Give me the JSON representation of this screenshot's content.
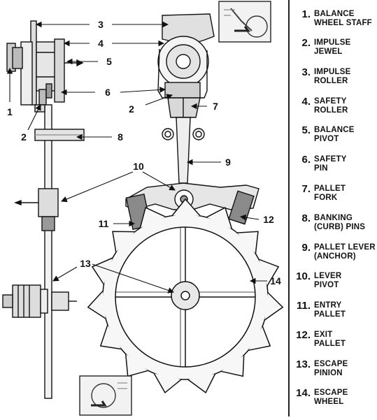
{
  "colors": {
    "ink": "#111111",
    "pallet_stone": "#8a8a8a",
    "background": "#ffffff"
  },
  "callouts": [
    "3",
    "4",
    "5",
    "6",
    "7",
    "2",
    "1",
    "2",
    "8",
    "10",
    "9",
    "11",
    "12",
    "13",
    "14"
  ],
  "legend": [
    {
      "num": "1.",
      "line1": "BALANCE",
      "line2": "WHEEL STAFF"
    },
    {
      "num": "2.",
      "line1": "IMPULSE",
      "line2": "JEWEL"
    },
    {
      "num": "3.",
      "line1": "IMPULSE",
      "line2": "ROLLER"
    },
    {
      "num": "4.",
      "line1": "SAFETY",
      "line2": "ROLLER"
    },
    {
      "num": "5.",
      "line1": "BALANCE",
      "line2": "PIVOT"
    },
    {
      "num": "6.",
      "line1": "SAFETY",
      "line2": "PIN"
    },
    {
      "num": "7.",
      "line1": "PALLET",
      "line2": "FORK"
    },
    {
      "num": "8.",
      "line1": "BANKING",
      "line2": "(CURB) PINS"
    },
    {
      "num": "9.",
      "line1": "PALLET LEVER",
      "line2": "(ANCHOR)"
    },
    {
      "num": "10.",
      "line1": "LEVER",
      "line2": "PIVOT"
    },
    {
      "num": "11.",
      "line1": "ENTRY",
      "line2": "PALLET"
    },
    {
      "num": "12.",
      "line1": "EXIT",
      "line2": "PALLET"
    },
    {
      "num": "13.",
      "line1": "ESCAPE",
      "line2": "PINION"
    },
    {
      "num": "14.",
      "line1": "ESCAPE",
      "line2": "WHEEL"
    }
  ],
  "icons": {
    "top_thumbnail": "movement-thumbnail-icon",
    "bottom_thumbnail": "movement-thumbnail-icon"
  }
}
